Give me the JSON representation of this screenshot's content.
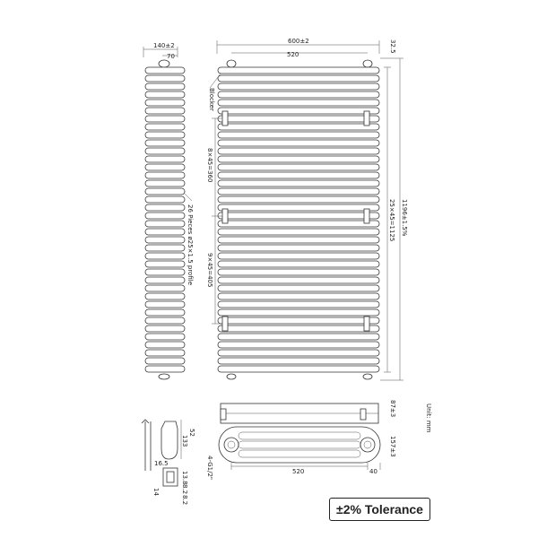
{
  "dims": {
    "depth_total": "140±2",
    "depth_pipe": "70",
    "width_total": "600±2",
    "width_centers": "520",
    "top_gap": "32.5",
    "height_total": "1196±1.5%",
    "tubes_height": "25×45=1125",
    "upper_span": "8×45=360",
    "lower_span": "9×45=405",
    "pieces_label": "26 Pieces ø25×1.5 profile",
    "blocker_label": "Blocker",
    "bracket_h": "133",
    "bracket_w": "52",
    "bracket_hole": "16.5",
    "bracket_a": "13.8",
    "bracket_b": "14",
    "bracket_c": "8.2",
    "bracket_d": "8.2",
    "plan_height": "87±3",
    "plan_depth": "157±3",
    "plan_width": "520",
    "plan_offset": "40",
    "thread": "4-G1/2\"",
    "unit": "Unit: mm"
  },
  "tolerance": "±2% Tolerance"
}
